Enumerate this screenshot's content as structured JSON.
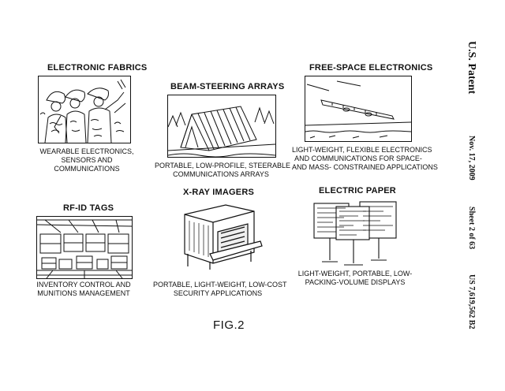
{
  "header": {
    "patent_label": "U.S. Patent",
    "date": "Nov. 17, 2009",
    "sheet": "Sheet 2 of 63",
    "patent_number": "US 7,619,562 B2"
  },
  "figure_label": "FIG.2",
  "panels": [
    {
      "title": "ELECTRONIC FABRICS",
      "caption": [
        "WEARABLE ELECTRONICS,",
        "SENSORS AND",
        "COMMUNICATIONS"
      ]
    },
    {
      "title": "BEAM-STEERING ARRAYS",
      "caption": [
        "PORTABLE, LOW-PROFILE, STEERABLE",
        "COMMUNICATIONS ARRAYS"
      ]
    },
    {
      "title": "FREE-SPACE ELECTRONICS",
      "caption": [
        "LIGHT-WEIGHT, FLEXIBLE ELECTRONICS",
        "AND COMMUNICATIONS FOR SPACE-",
        "AND MASS- CONSTRAINED APPLICATIONS"
      ]
    },
    {
      "title": "RF-ID TAGS",
      "caption": [
        "INVENTORY CONTROL AND",
        "MUNITIONS MANAGEMENT"
      ]
    },
    {
      "title": "X-RAY IMAGERS",
      "caption": [
        "PORTABLE, LIGHT-WEIGHT, LOW-COST",
        "SECURITY APPLICATIONS"
      ]
    },
    {
      "title": "ELECTRIC PAPER",
      "caption": [
        "LIGHT-WEIGHT, PORTABLE, LOW-",
        "PACKING-VOLUME DISPLAYS"
      ]
    }
  ]
}
